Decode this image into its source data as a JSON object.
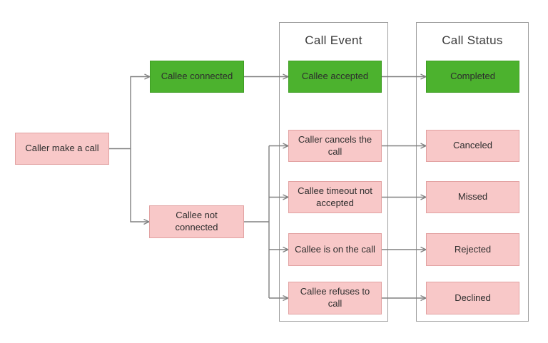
{
  "colors": {
    "green_fill": "#4cb22e",
    "green_border": "#3f9d24",
    "pink_fill": "#f8c8c8",
    "pink_border": "#e2a2a2",
    "connector": "#808080",
    "panel_border": "#9e9e9e",
    "title_text": "#3a3a3a",
    "node_text": "#2d2d2d"
  },
  "panels": [
    {
      "title": "Call Event"
    },
    {
      "title": "Call Status"
    }
  ],
  "nodes": {
    "caller_make_call": {
      "label": "Caller make a call",
      "variant": "pink"
    },
    "callee_connected": {
      "label": "Callee connected",
      "variant": "green"
    },
    "callee_not_connected": {
      "label": "Callee not connected",
      "variant": "pink"
    },
    "callee_accepted": {
      "label": "Callee accepted",
      "variant": "green"
    },
    "caller_cancels": {
      "label": "Caller cancels the call",
      "variant": "pink"
    },
    "callee_timeout": {
      "label": "Callee timeout not accepted",
      "variant": "pink"
    },
    "callee_on_call": {
      "label": "Callee is on the call",
      "variant": "pink"
    },
    "callee_refuses": {
      "label": "Callee refuses to call",
      "variant": "pink"
    },
    "completed": {
      "label": "Completed",
      "variant": "green"
    },
    "canceled": {
      "label": "Canceled",
      "variant": "pink"
    },
    "missed": {
      "label": "Missed",
      "variant": "pink"
    },
    "rejected": {
      "label": "Rejected",
      "variant": "pink"
    },
    "declined": {
      "label": "Declined",
      "variant": "pink"
    }
  },
  "edges": [
    {
      "from": "Caller make a call",
      "to": "Callee connected"
    },
    {
      "from": "Caller make a call",
      "to": "Callee not connected"
    },
    {
      "from": "Callee connected",
      "to": "Callee accepted"
    },
    {
      "from": "Callee not connected",
      "to": "Caller cancels the call"
    },
    {
      "from": "Callee not connected",
      "to": "Callee timeout not accepted"
    },
    {
      "from": "Callee not connected",
      "to": "Callee is on the call"
    },
    {
      "from": "Callee not connected",
      "to": "Callee refuses to call"
    },
    {
      "from": "Callee accepted",
      "to": "Completed"
    },
    {
      "from": "Caller cancels the call",
      "to": "Canceled"
    },
    {
      "from": "Callee timeout not accepted",
      "to": "Missed"
    },
    {
      "from": "Callee is on the call",
      "to": "Rejected"
    },
    {
      "from": "Callee refuses to call",
      "to": "Declined"
    }
  ]
}
